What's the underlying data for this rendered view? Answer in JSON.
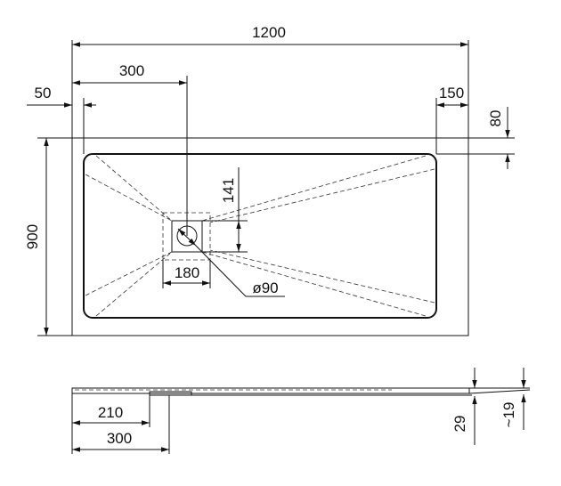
{
  "top_view": {
    "length": "1200",
    "drain_offset_x": "300",
    "rim_left": "50",
    "rim_right": "150",
    "rim_top": "80",
    "width": "900",
    "drain_offset_y": "141",
    "drain_size": "180",
    "drain_diameter": "ø90"
  },
  "side_view": {
    "drain_offset_a": "210",
    "drain_offset_b": "300",
    "total_height": "29",
    "rim_height": "~19"
  }
}
